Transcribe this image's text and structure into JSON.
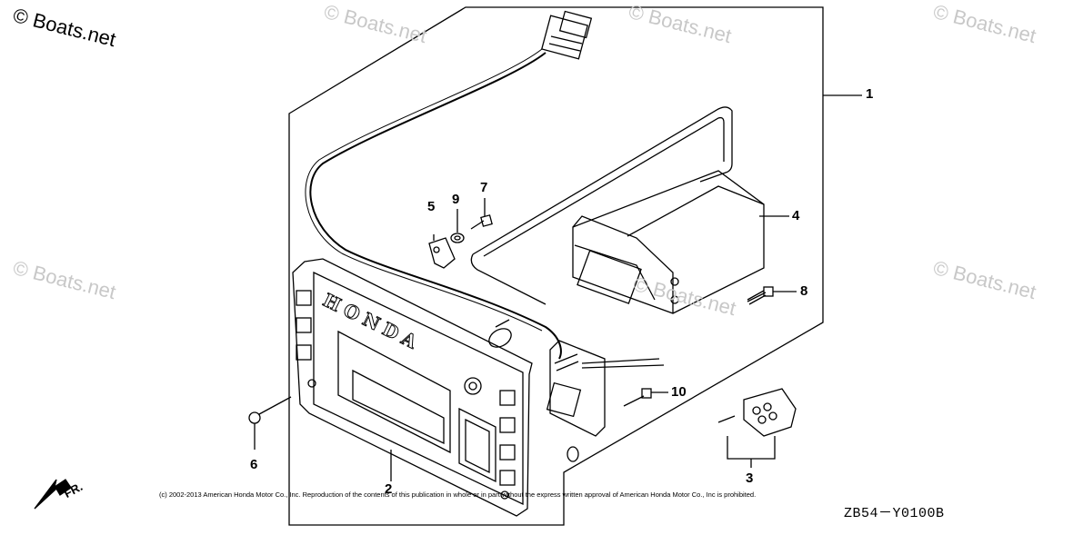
{
  "watermarks": [
    {
      "text": "© Boats.net",
      "style": "dark"
    },
    {
      "text": "© Boats.net",
      "style": "light"
    },
    {
      "text": "© Boats.net",
      "style": "light"
    },
    {
      "text": "© Boats.net",
      "style": "light"
    },
    {
      "text": "© Boats.net",
      "style": "light"
    },
    {
      "text": "© Boats.net",
      "style": "light"
    },
    {
      "text": "© Boats.net",
      "style": "light"
    }
  ],
  "callouts": {
    "c1": "1",
    "c2": "2",
    "c3": "3",
    "c4": "4",
    "c5": "5",
    "c6": "6",
    "c7": "7",
    "c8": "8",
    "c9": "9",
    "c10": "10"
  },
  "brand_lettering": "HONDA",
  "copyright": "(c) 2002-2013 American Honda Motor Co., Inc. Reproduction of the contents of this publication in whole or in part without the express written approval of American Honda Motor Co., Inc is prohibited.",
  "diagram_code": "ZB54－Y0100B",
  "direction_label": "FR.",
  "colors": {
    "line": "#000000",
    "watermark": "#c8c8c8",
    "background": "#ffffff"
  }
}
